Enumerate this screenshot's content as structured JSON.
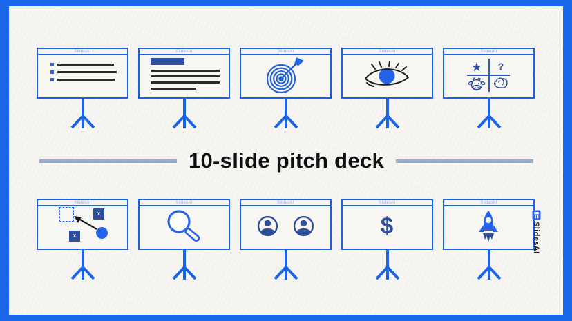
{
  "frame": {
    "border_color": "#1a66e8",
    "background": "#f7f6f3"
  },
  "title": {
    "text": "10-slide pitch deck",
    "divider_color": "#96add9"
  },
  "watermark": {
    "brand": "SlidesAI"
  },
  "board_header_label": "SlidesAI",
  "colors": {
    "accent_blue": "#2563eb",
    "navy_blue": "#2d4f9e",
    "stroke_blue": "#1b63e6",
    "dark_line": "#2b2b2b",
    "header_label_blue": "#8fa9e0",
    "title_text": "#0f0f0f"
  },
  "boards": [
    {
      "name": "bullet-list-slide",
      "icon": "bullet-list-icon"
    },
    {
      "name": "text-content-slide",
      "icon": "text-lines-icon"
    },
    {
      "name": "target-slide",
      "icon": "target-dart-icon"
    },
    {
      "name": "vision-slide",
      "icon": "eye-icon"
    },
    {
      "name": "bcg-matrix-slide",
      "icon": "bcg-matrix-icon",
      "star": "★",
      "question_mark": "?"
    },
    {
      "name": "positioning-slide",
      "icon": "positioning-chart-icon",
      "x_label": "x"
    },
    {
      "name": "research-slide",
      "icon": "magnifier-icon"
    },
    {
      "name": "team-slide",
      "icon": "team-avatars-icon"
    },
    {
      "name": "financials-slide",
      "icon": "dollar-icon",
      "dollar": "$"
    },
    {
      "name": "launch-slide",
      "icon": "rocket-icon"
    }
  ]
}
